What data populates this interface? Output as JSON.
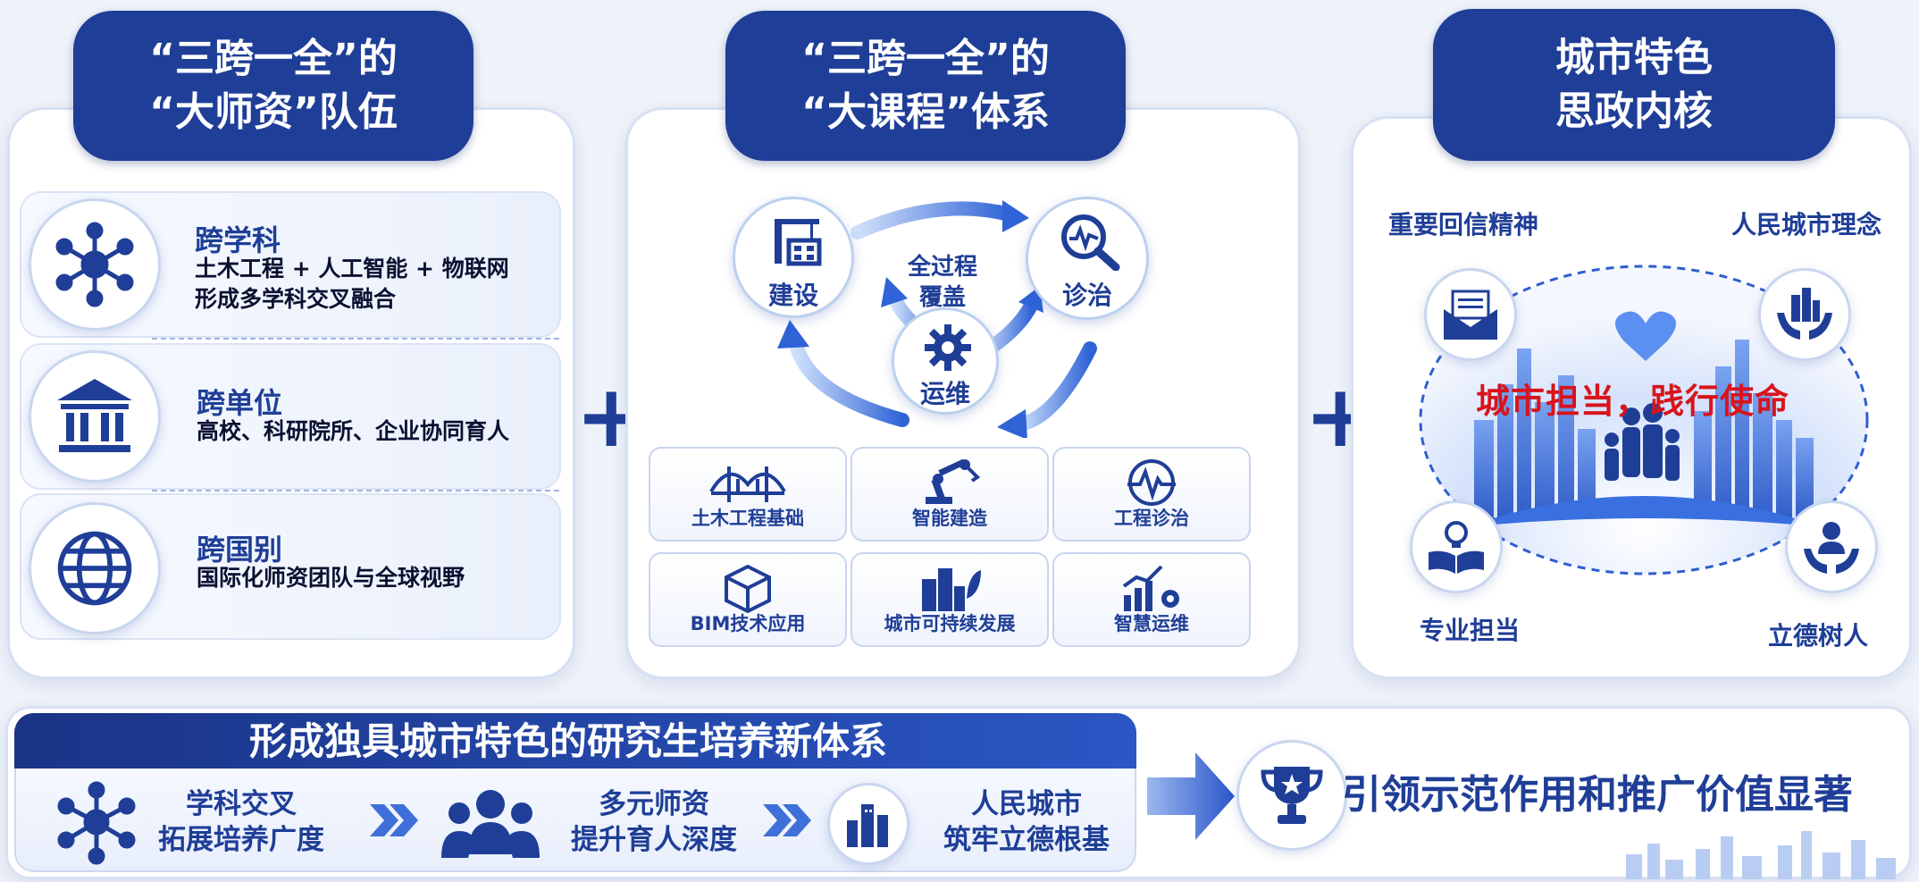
{
  "panel1": {
    "title_line1": "“三跨一全”的",
    "title_line2": "“大师资”队伍",
    "rows": [
      {
        "title": "跨学科",
        "line1": "土木工程 + 人工智能 + 物联网",
        "line2": "形成多学科交叉融合",
        "icon": "network-icon"
      },
      {
        "title": "跨单位",
        "line1": "高校、科研院所、企业协同育人",
        "line2": "",
        "icon": "institution-icon"
      },
      {
        "title": "跨国别",
        "line1": "国际化师资团队与全球视野",
        "line2": "",
        "icon": "globe-icon"
      }
    ]
  },
  "panel2": {
    "title_line1": "“三跨一全”的",
    "title_line2": "“大课程”体系",
    "cycle": {
      "center_line1": "全过程",
      "center_line2": "覆盖",
      "build": "建设",
      "diagnose": "诊治",
      "operate": "运维"
    },
    "courses": [
      "土木工程基础",
      "智能建造",
      "工程诊治",
      "BIM技术应用",
      "城市可持续发展",
      "智慧运维"
    ]
  },
  "panel3": {
    "title_line1": "城市特色",
    "title_line2": "思政内核",
    "slogan": "城市担当，践行使命",
    "values": [
      "重要回信精神",
      "人民城市理念",
      "专业担当",
      "立德树人"
    ]
  },
  "plus_sign": "+",
  "bottom": {
    "banner": "形成独具城市特色的研究生培养新体系",
    "steps": [
      {
        "line1": "学科交叉",
        "line2": "拓展培养广度"
      },
      {
        "line1": "多元师资",
        "line2": "提升育人深度"
      },
      {
        "line1": "人民城市",
        "line2": "筑牢立德根基"
      }
    ],
    "result": "引领示范作用和推广价值显著"
  },
  "colors": {
    "primary": "#1f3e97",
    "accent_red": "#d8141c",
    "light": "#eef2f9"
  }
}
